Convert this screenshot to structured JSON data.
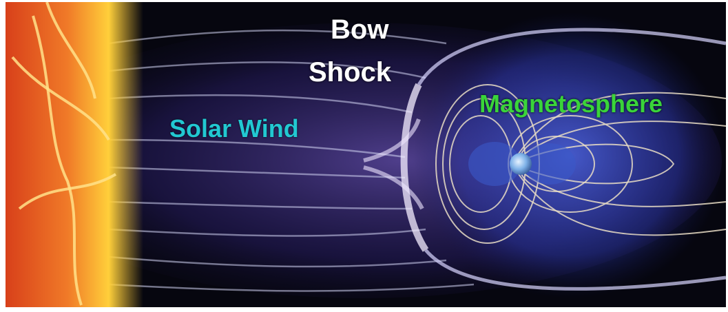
{
  "labels": {
    "bow": "Bow",
    "shock": "Shock",
    "solar_wind": "Solar Wind",
    "magnetosphere": "Magnetosphere"
  },
  "colors": {
    "background": "#06060f",
    "sun": "#e8501e",
    "sun_highlight": "#ffd23c",
    "solar_wind_text": "#22c8d2",
    "magnetosphere_text": "#3ad43a",
    "bow_shock_text": "#ffffff",
    "field_lines": "#e8dcc4",
    "plasma": "#6a4cd8"
  }
}
